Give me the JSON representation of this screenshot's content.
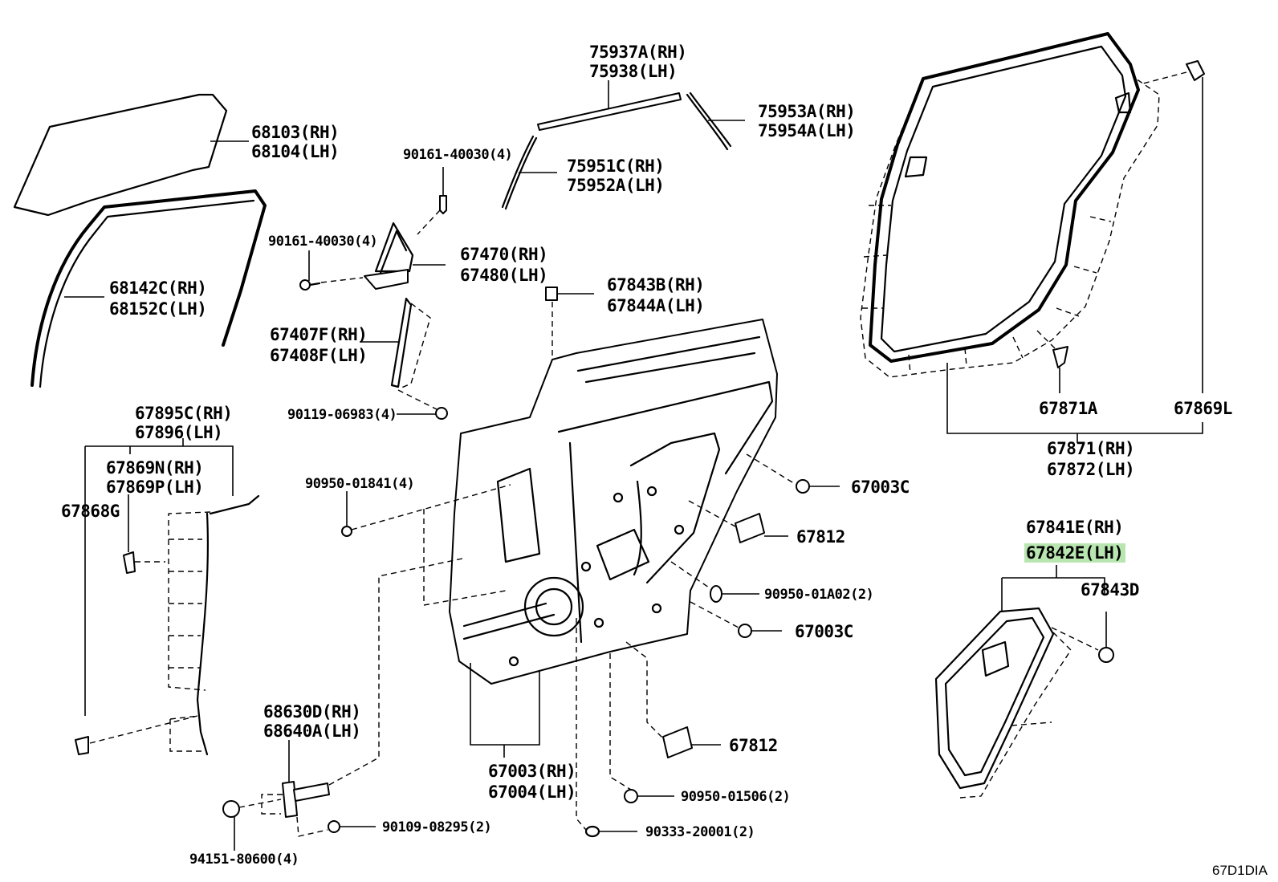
{
  "diagram_code": "67D1DIA",
  "labels": {
    "glass": [
      "68103(RH)",
      "68104(LH)"
    ],
    "run_channel": [
      "68142C(RH)",
      "68152C(LH)"
    ],
    "bolt_upper_a": "90161-40030(4)",
    "bolt_upper_b": "90161-40030(4)",
    "frame_sash": [
      "67470(RH)",
      "67480(LH)"
    ],
    "molding_top": [
      "75937A(RH)",
      "75938(LH)"
    ],
    "molding_rear": [
      "75953A(RH)",
      "75954A(LH)"
    ],
    "molding_front": [
      "75951C(RH)",
      "75952A(LH)"
    ],
    "clip_upper": [
      "67843B(RH)",
      "67844A(LH)"
    ],
    "channel_rear": [
      "67407F(RH)",
      "67408F(LH)"
    ],
    "bolt_channel": "90119-06983(4)",
    "weatherstrip_inner": [
      "67895C(RH)",
      "67896(LH)"
    ],
    "weatherstrip_clip": [
      "67869N(RH)",
      "67869P(LH)"
    ],
    "clip_lower_left": "67868G",
    "plug_a": "90950-01841(4)",
    "plug_67003c_a": "67003C",
    "plug_67003c_b": "67003C",
    "seal_67812_a": "67812",
    "seal_67812_b": "67812",
    "hole_plug": "90950-01A02(2)",
    "check_assy": [
      "68630D(RH)",
      "68640A(LH)"
    ],
    "door_panel": [
      "67003(RH)",
      "67004(LH)"
    ],
    "plug_b": "90950-01506(2)",
    "bolt_check": "90109-08295(2)",
    "plug_c": "90333-20001(2)",
    "nut_bottom": "94151-80600(4)",
    "weatherstrip_outer_clip_a": "67871A",
    "weatherstrip_outer_clip_b": "67869L",
    "weatherstrip_outer": [
      "67871(RH)",
      "67872(LH)"
    ],
    "service_hole_cover": [
      "67841E(RH)",
      "67842E(LH)"
    ],
    "cover_clip": "67843D"
  },
  "highlight_color": "#b9e6b0"
}
